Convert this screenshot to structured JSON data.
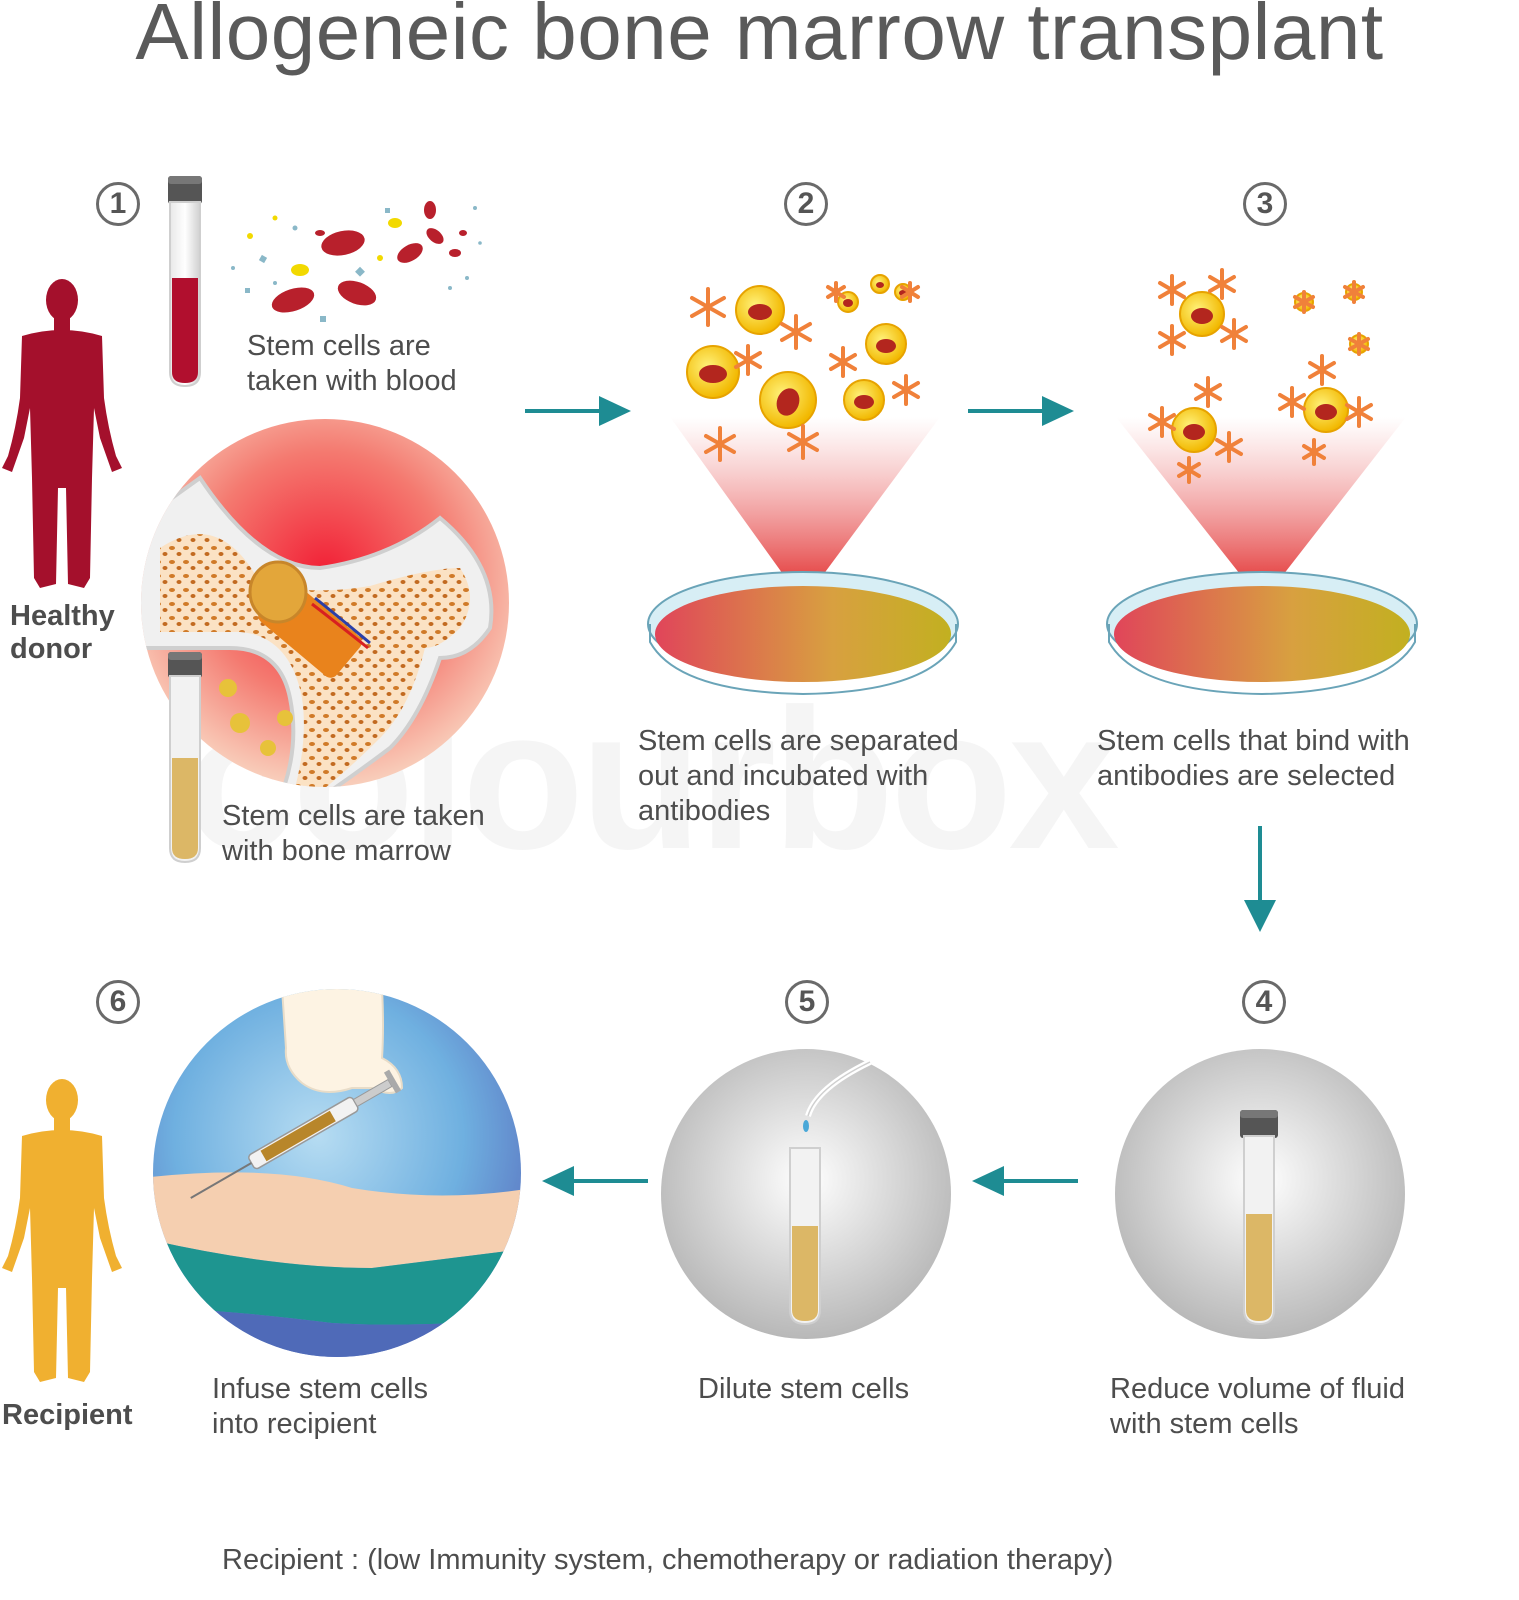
{
  "title": "Allogeneic bone marrow transplant",
  "steps": [
    {
      "number": "1"
    },
    {
      "number": "2"
    },
    {
      "number": "3"
    },
    {
      "number": "4"
    },
    {
      "number": "5"
    },
    {
      "number": "6"
    }
  ],
  "captions": {
    "blood": "Stem cells are\ntaken with blood",
    "marrow": "Stem cells are taken\nwith bone marrow",
    "separated": "Stem cells are separated\nout and incubated with\nantibodies",
    "selected": "Stem cells that bind with\nantibodies are selected",
    "reduce": "Reduce volume of fluid\nwith stem cells",
    "dilute": "Dilute stem cells",
    "infuse": "Infuse stem cells\ninto recipient"
  },
  "donor_label": "Healthy\ndonor",
  "recipient_label": "Recipient",
  "footer": "Recipient : (low Immunity system, chemotherapy or radiation therapy)",
  "watermark": "colourbox",
  "colors": {
    "donor": "#a4102c",
    "recipient": "#f0b030",
    "arrow": "#1e8c93",
    "stem_cell": "#f2c419",
    "antibody": "#f0813a"
  }
}
